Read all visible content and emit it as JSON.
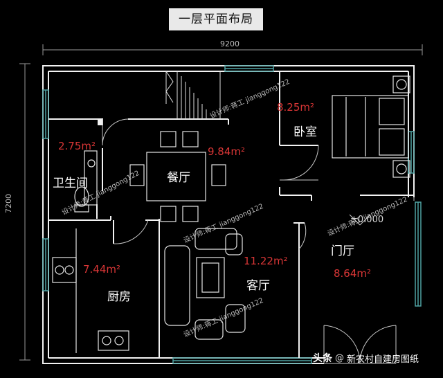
{
  "title": "一层平面布局",
  "dimensions": {
    "width": "9200",
    "height": "7200"
  },
  "rooms": [
    {
      "key": "bedroom",
      "name": "卧室",
      "area": "8.25m²"
    },
    {
      "key": "dining",
      "name": "餐厅",
      "area": "9.84m²"
    },
    {
      "key": "bathroom",
      "name": "卫生间",
      "area": "2.75m²"
    },
    {
      "key": "kitchen",
      "name": "厨房",
      "area": "7.44m²"
    },
    {
      "key": "living",
      "name": "客厅",
      "area": "11.22m²"
    },
    {
      "key": "foyer",
      "name": "门厅",
      "area": "8.64m²"
    }
  ],
  "level_mark": "±0.000",
  "watermark": "设计师:蒋工 jianggong122",
  "footer": {
    "source": "头条",
    "at": "@",
    "account": "新农村自建房图纸"
  },
  "colors": {
    "background": "#000000",
    "wall": "#f2f2f2",
    "area_text": "#d93636",
    "window": "#4fa3a3",
    "title_bg": "#e9e9e9"
  }
}
